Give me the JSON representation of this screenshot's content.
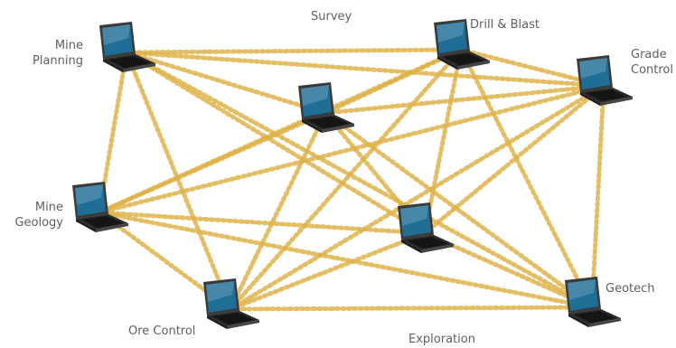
{
  "labels": {
    "mine_planning_line1": "Mine",
    "mine_planning_line2": "Planning",
    "survey": "Survey",
    "drill_blast": "Drill & Blast",
    "grade_control_line1": "Grade",
    "grade_control_line2": "Control",
    "mine_geology_line1": "Mine",
    "mine_geology_line2": "Geology",
    "ore_control": "Ore Control",
    "exploration": "Exploration",
    "geotech": "Geotech"
  },
  "colors": {
    "link": "#e0b34a",
    "laptop_body": "#3a3a3a",
    "screen": "#1f6e96",
    "label_text": "#606060"
  },
  "icons": {
    "node": "laptop-icon"
  }
}
